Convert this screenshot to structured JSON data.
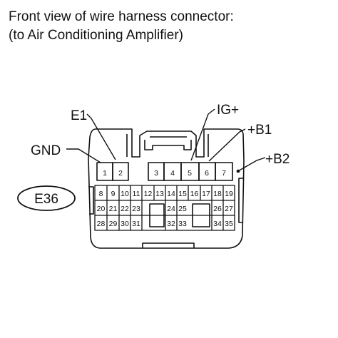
{
  "title_line1": "Front view of wire harness connector:",
  "title_line2": "(to Air Conditioning Amplifier)",
  "connector_code": "E36",
  "terminal_labels": {
    "e1": "E1",
    "gnd": "GND",
    "ig_plus": "IG+",
    "b1_plus": "+B1",
    "b2_plus": "+B2"
  },
  "pins": [
    "1",
    "2",
    "3",
    "4",
    "5",
    "6",
    "7",
    "8",
    "9",
    "10",
    "11",
    "12",
    "13",
    "14",
    "15",
    "16",
    "17",
    "18",
    "19",
    "20",
    "21",
    "22",
    "23",
    "24",
    "25",
    "26",
    "27",
    "28",
    "29",
    "30",
    "31",
    "32",
    "33",
    "34",
    "35"
  ],
  "colors": {
    "line": "#111111",
    "background": "#ffffff"
  }
}
